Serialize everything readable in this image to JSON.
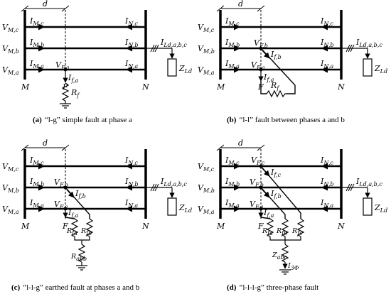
{
  "panels": [
    {
      "id": "a",
      "vlabels": [
        "V",
        "V",
        "V"
      ],
      "vsubs": [
        "M,c",
        "M,b",
        "M,a"
      ],
      "imlabels": [
        "I",
        "I",
        "I"
      ],
      "imsubs": [
        "M,c",
        "M,b",
        "M,a"
      ],
      "inlabels": [
        "I",
        "I",
        "I"
      ],
      "insubs": [
        "N,c",
        "N,b",
        "N,a"
      ],
      "d": "d",
      "M": "M",
      "N": "N",
      "F": "F",
      "load_i": "I",
      "load_i_sub": "Ld,a,b,c",
      "load_z": "Z",
      "load_z_sub": "Ld",
      "fault_v": [
        "V"
      ],
      "fault_v_sub": [
        "F,a"
      ],
      "fault_i": [
        "I"
      ],
      "fault_i_sub": [
        "f,a"
      ],
      "r": [
        "R"
      ],
      "r_sub": [
        "f"
      ],
      "caption_tag": "(a)",
      "caption": "“l-g” simple fault at phase a"
    },
    {
      "id": "b",
      "vlabels": [
        "V",
        "V",
        "V"
      ],
      "vsubs": [
        "M,c",
        "M,b",
        "M,a"
      ],
      "imlabels": [
        "I",
        "I",
        "I"
      ],
      "imsubs": [
        "M,c",
        "M,b",
        "M,a"
      ],
      "inlabels": [
        "I",
        "I",
        "I"
      ],
      "insubs": [
        "N,c",
        "N,b",
        "N,a"
      ],
      "d": "d",
      "M": "M",
      "N": "N",
      "F": "F",
      "load_i": "I",
      "load_i_sub": "Ld,a,b,c",
      "load_z": "Z",
      "load_z_sub": "Ld",
      "fault_v": [
        "V",
        "V"
      ],
      "fault_v_sub": [
        "F,b",
        "F,a"
      ],
      "fault_i": [
        "I",
        "I"
      ],
      "fault_i_sub": [
        "f,b",
        "f,a"
      ],
      "r": [
        "R"
      ],
      "r_sub": [
        "f"
      ],
      "caption_tag": "(b)",
      "caption": "“l-l” fault between phases a and b"
    },
    {
      "id": "c",
      "vlabels": [
        "V",
        "V",
        "V"
      ],
      "vsubs": [
        "M,c",
        "M,b",
        "M,a"
      ],
      "imlabels": [
        "I",
        "I",
        "I"
      ],
      "imsubs": [
        "M,c",
        "M,b",
        "M,a"
      ],
      "inlabels": [
        "I",
        "I",
        "I"
      ],
      "insubs": [
        "N,c",
        "N,b",
        "N,a"
      ],
      "d": "d",
      "M": "M",
      "N": "N",
      "F": "F",
      "load_i": "I",
      "load_i_sub": "Ld,a,b,c",
      "load_z": "Z",
      "load_z_sub": "Ld",
      "fault_v": [
        "V",
        "V"
      ],
      "fault_v_sub": [
        "F,b",
        "F,a"
      ],
      "fault_i": [
        "I",
        "I"
      ],
      "fault_i_sub": [
        "f,b",
        "f,a"
      ],
      "r": [
        "R",
        "R",
        "R"
      ],
      "r_sub": [
        "fa",
        "fb",
        "abb"
      ],
      "caption_tag": "(c)",
      "caption": "“l-l-g” earthed fault at phases a and b"
    },
    {
      "id": "d",
      "vlabels": [
        "V",
        "V",
        "V"
      ],
      "vsubs": [
        "M,c",
        "M,b",
        "M,a"
      ],
      "imlabels": [
        "I",
        "I",
        "I"
      ],
      "imsubs": [
        "M,c",
        "M,b",
        "M,a"
      ],
      "inlabels": [
        "I",
        "I",
        "I"
      ],
      "insubs": [
        "N,c",
        "N,b",
        "N,a"
      ],
      "d": "d",
      "M": "M",
      "N": "N",
      "F": "F",
      "load_i": "I",
      "load_i_sub": "Ld,a,b,c",
      "load_z": "Z",
      "load_z_sub": "Ld",
      "fault_v": [
        "V",
        "V",
        "V"
      ],
      "fault_v_sub": [
        "F,c",
        "F,b",
        "F,a"
      ],
      "fault_i": [
        "I",
        "I",
        "I"
      ],
      "fault_i_sub": [
        "f,c",
        "f,b",
        "f,a"
      ],
      "r": [
        "R",
        "R",
        "R",
        "Z",
        "I"
      ],
      "r_sub": [
        "fa",
        "fb",
        "fc",
        "abc",
        "3Φ"
      ],
      "caption_tag": "(d)",
      "caption": "“l-l-l-g” three-phase fault"
    }
  ]
}
